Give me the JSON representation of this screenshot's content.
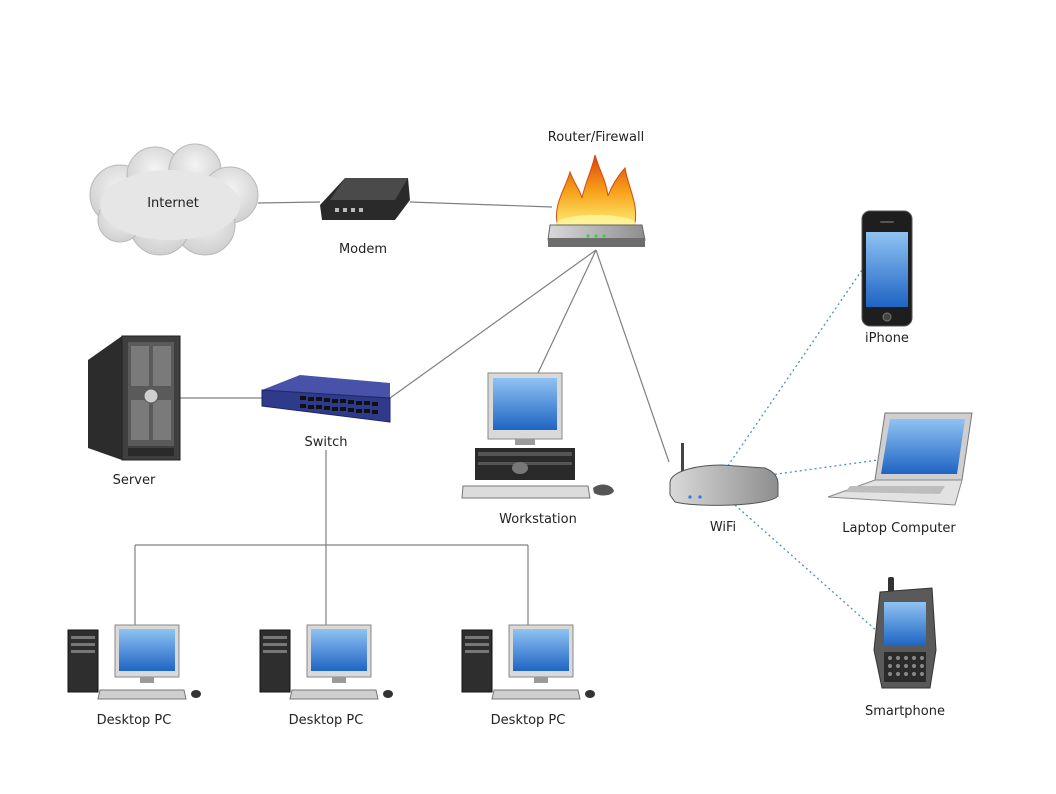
{
  "nodes": {
    "internet": {
      "label": "Internet"
    },
    "modem": {
      "label": "Modem"
    },
    "router": {
      "label": "Router/Firewall"
    },
    "switch": {
      "label": "Switch"
    },
    "server": {
      "label": "Server"
    },
    "workstation": {
      "label": "Workstation"
    },
    "wifi": {
      "label": "WiFi"
    },
    "iphone": {
      "label": "iPhone"
    },
    "laptop": {
      "label": "Laptop Computer"
    },
    "smartphone": {
      "label": "Smartphone"
    },
    "desktops": [
      {
        "label": "Desktop PC"
      },
      {
        "label": "Desktop PC"
      },
      {
        "label": "Desktop PC"
      }
    ]
  },
  "connections": [
    {
      "from": "internet",
      "to": "modem",
      "type": "wired"
    },
    {
      "from": "modem",
      "to": "router",
      "type": "wired"
    },
    {
      "from": "router",
      "to": "switch",
      "type": "wired"
    },
    {
      "from": "router",
      "to": "workstation",
      "type": "wired"
    },
    {
      "from": "router",
      "to": "wifi",
      "type": "wired"
    },
    {
      "from": "server",
      "to": "switch",
      "type": "wired"
    },
    {
      "from": "switch",
      "to": "desktops",
      "type": "wired"
    },
    {
      "from": "wifi",
      "to": "iphone",
      "type": "wireless"
    },
    {
      "from": "wifi",
      "to": "laptop",
      "type": "wireless"
    },
    {
      "from": "wifi",
      "to": "smartphone",
      "type": "wireless"
    }
  ],
  "colors": {
    "wired": "#808080",
    "wireless": "#4a90c8",
    "screen": "#2f7fd6",
    "switch_body": "#2f3a8a",
    "flame": "#f2a01e"
  }
}
